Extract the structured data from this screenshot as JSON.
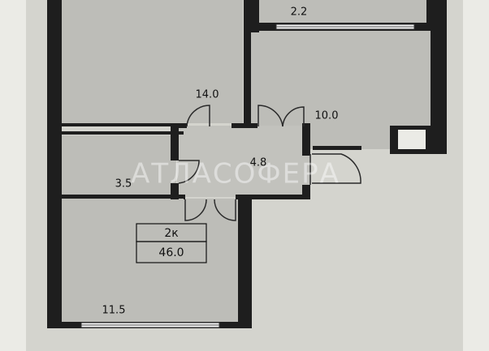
{
  "rooms": {
    "room_top_right": "2.2",
    "room_left_big": "14.0",
    "room_right": "10.0",
    "hall": "4.8",
    "room_small": "3.5",
    "room_bottom": "11.5"
  },
  "summary": {
    "rooms_count": "2к",
    "total_area": "46.0"
  },
  "watermark": "АТЛАСОФЕРА",
  "colors": {
    "paper": "#d4d4ce",
    "frame": "#ebebe6",
    "room_fill": "#bdbdb8",
    "wall": "#1e1e1e",
    "window": "#f4f4f4"
  }
}
